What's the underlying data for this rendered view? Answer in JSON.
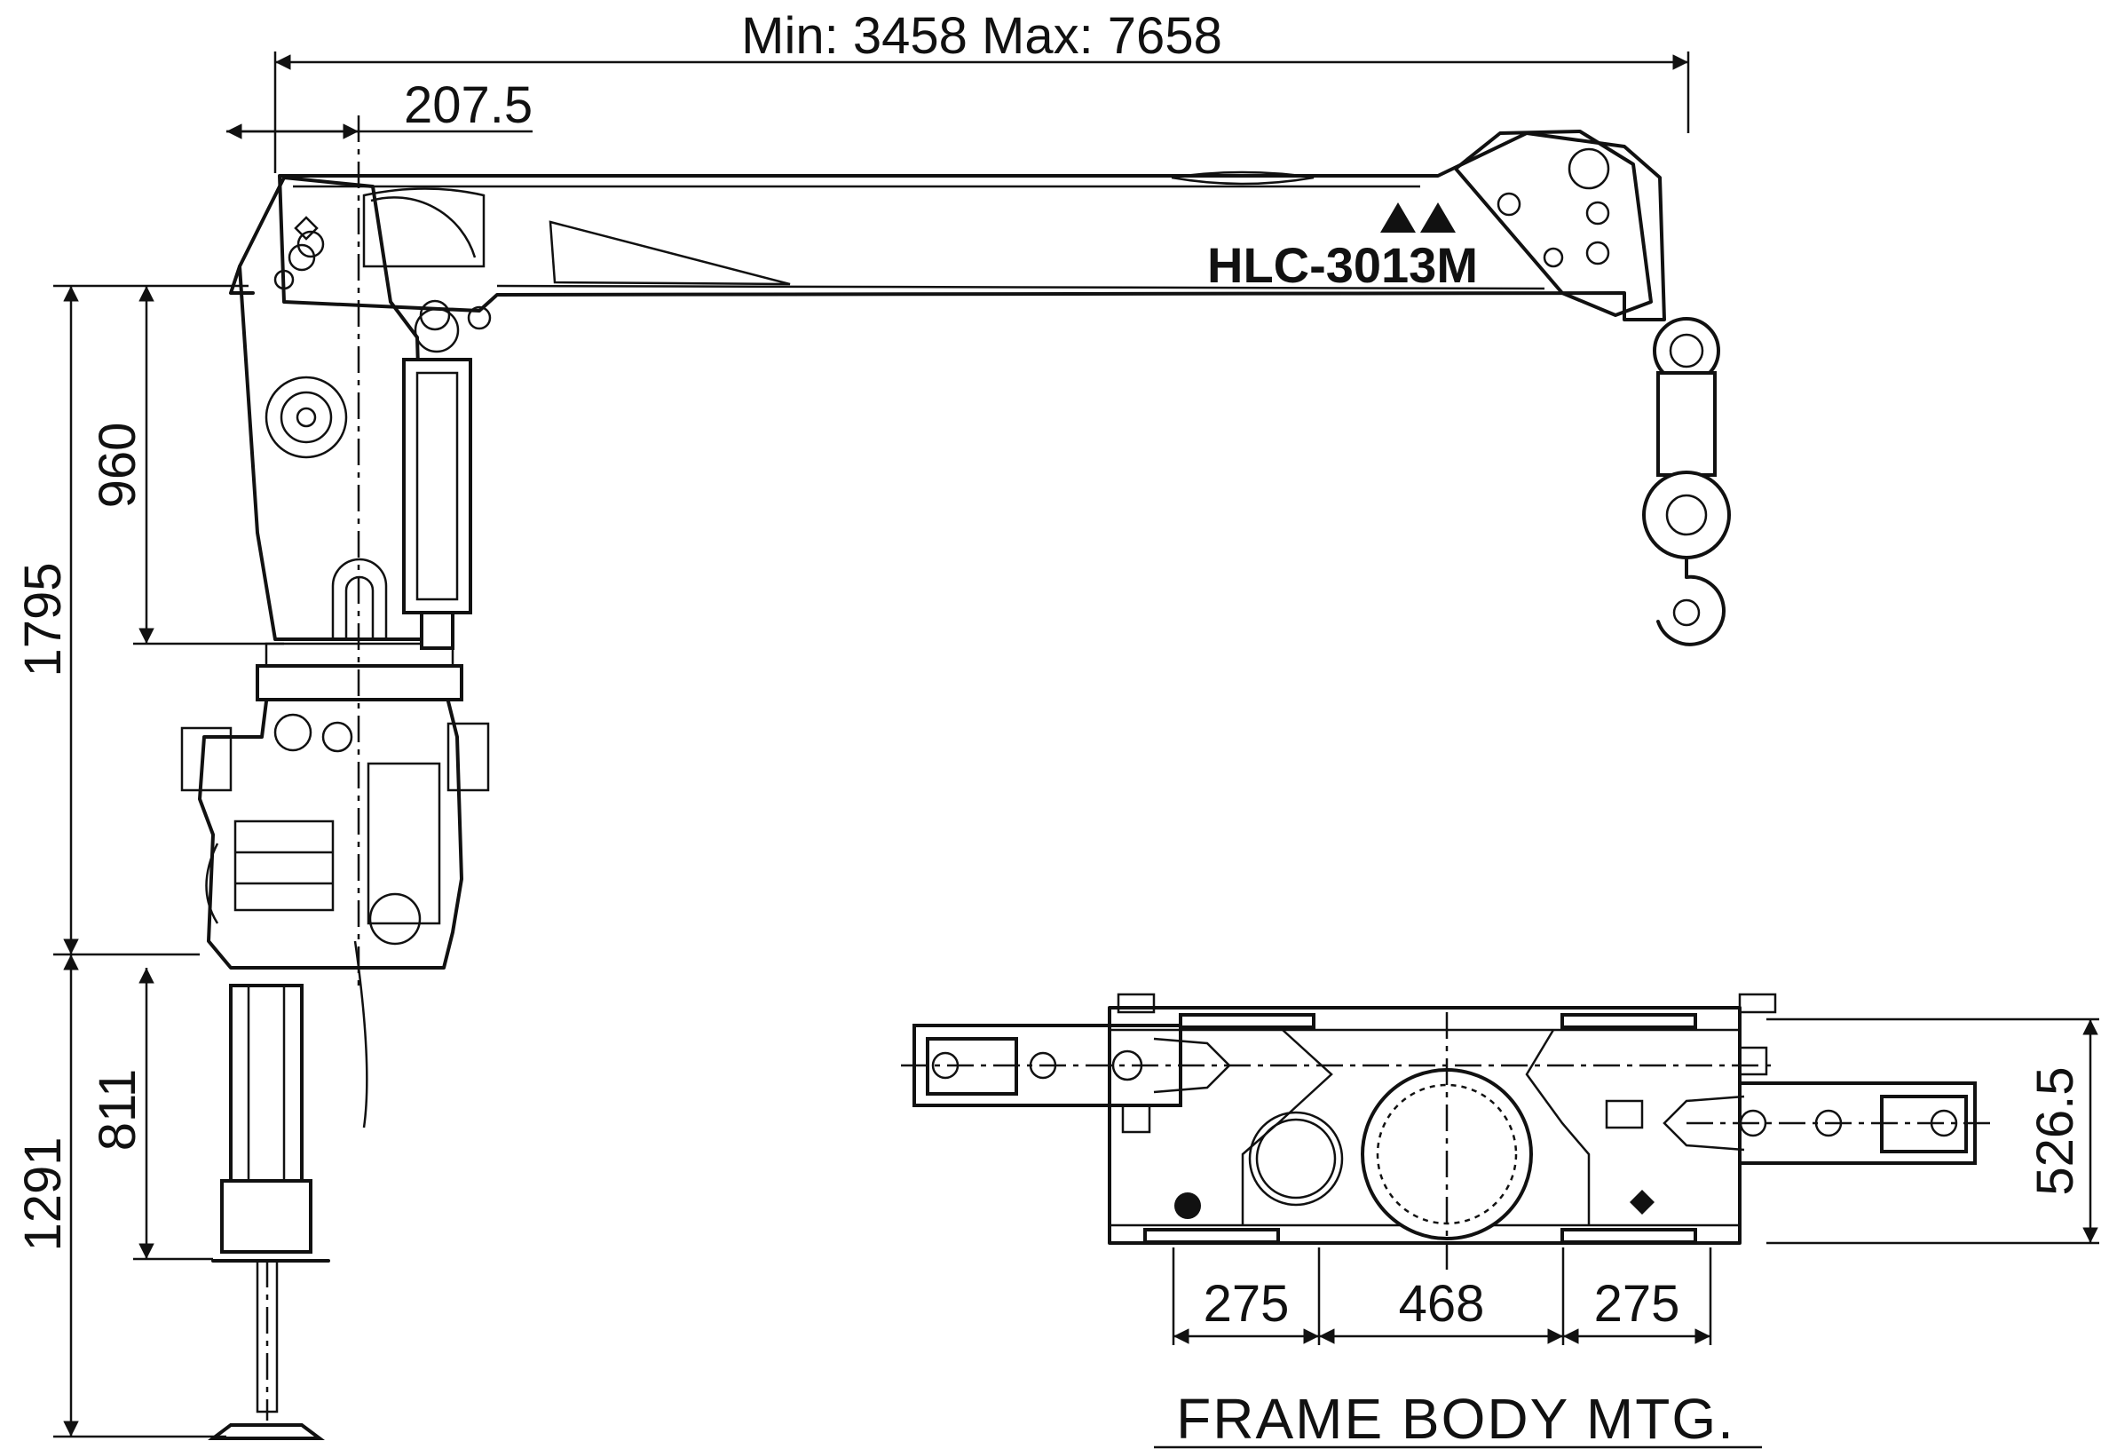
{
  "drawing": {
    "model_label": "HLC-3013M",
    "reach_label": "Min: 3458 Max: 7658",
    "caption": "FRAME BODY MTG."
  },
  "dimensions": {
    "column_offset": "207.5",
    "boom_pivot_height": "960",
    "height_above_frame": "1795",
    "leg_length": "811",
    "height_below_frame": "1291",
    "mount_width": "526.5",
    "left_span": "275",
    "center_span": "468",
    "right_span": "275"
  }
}
